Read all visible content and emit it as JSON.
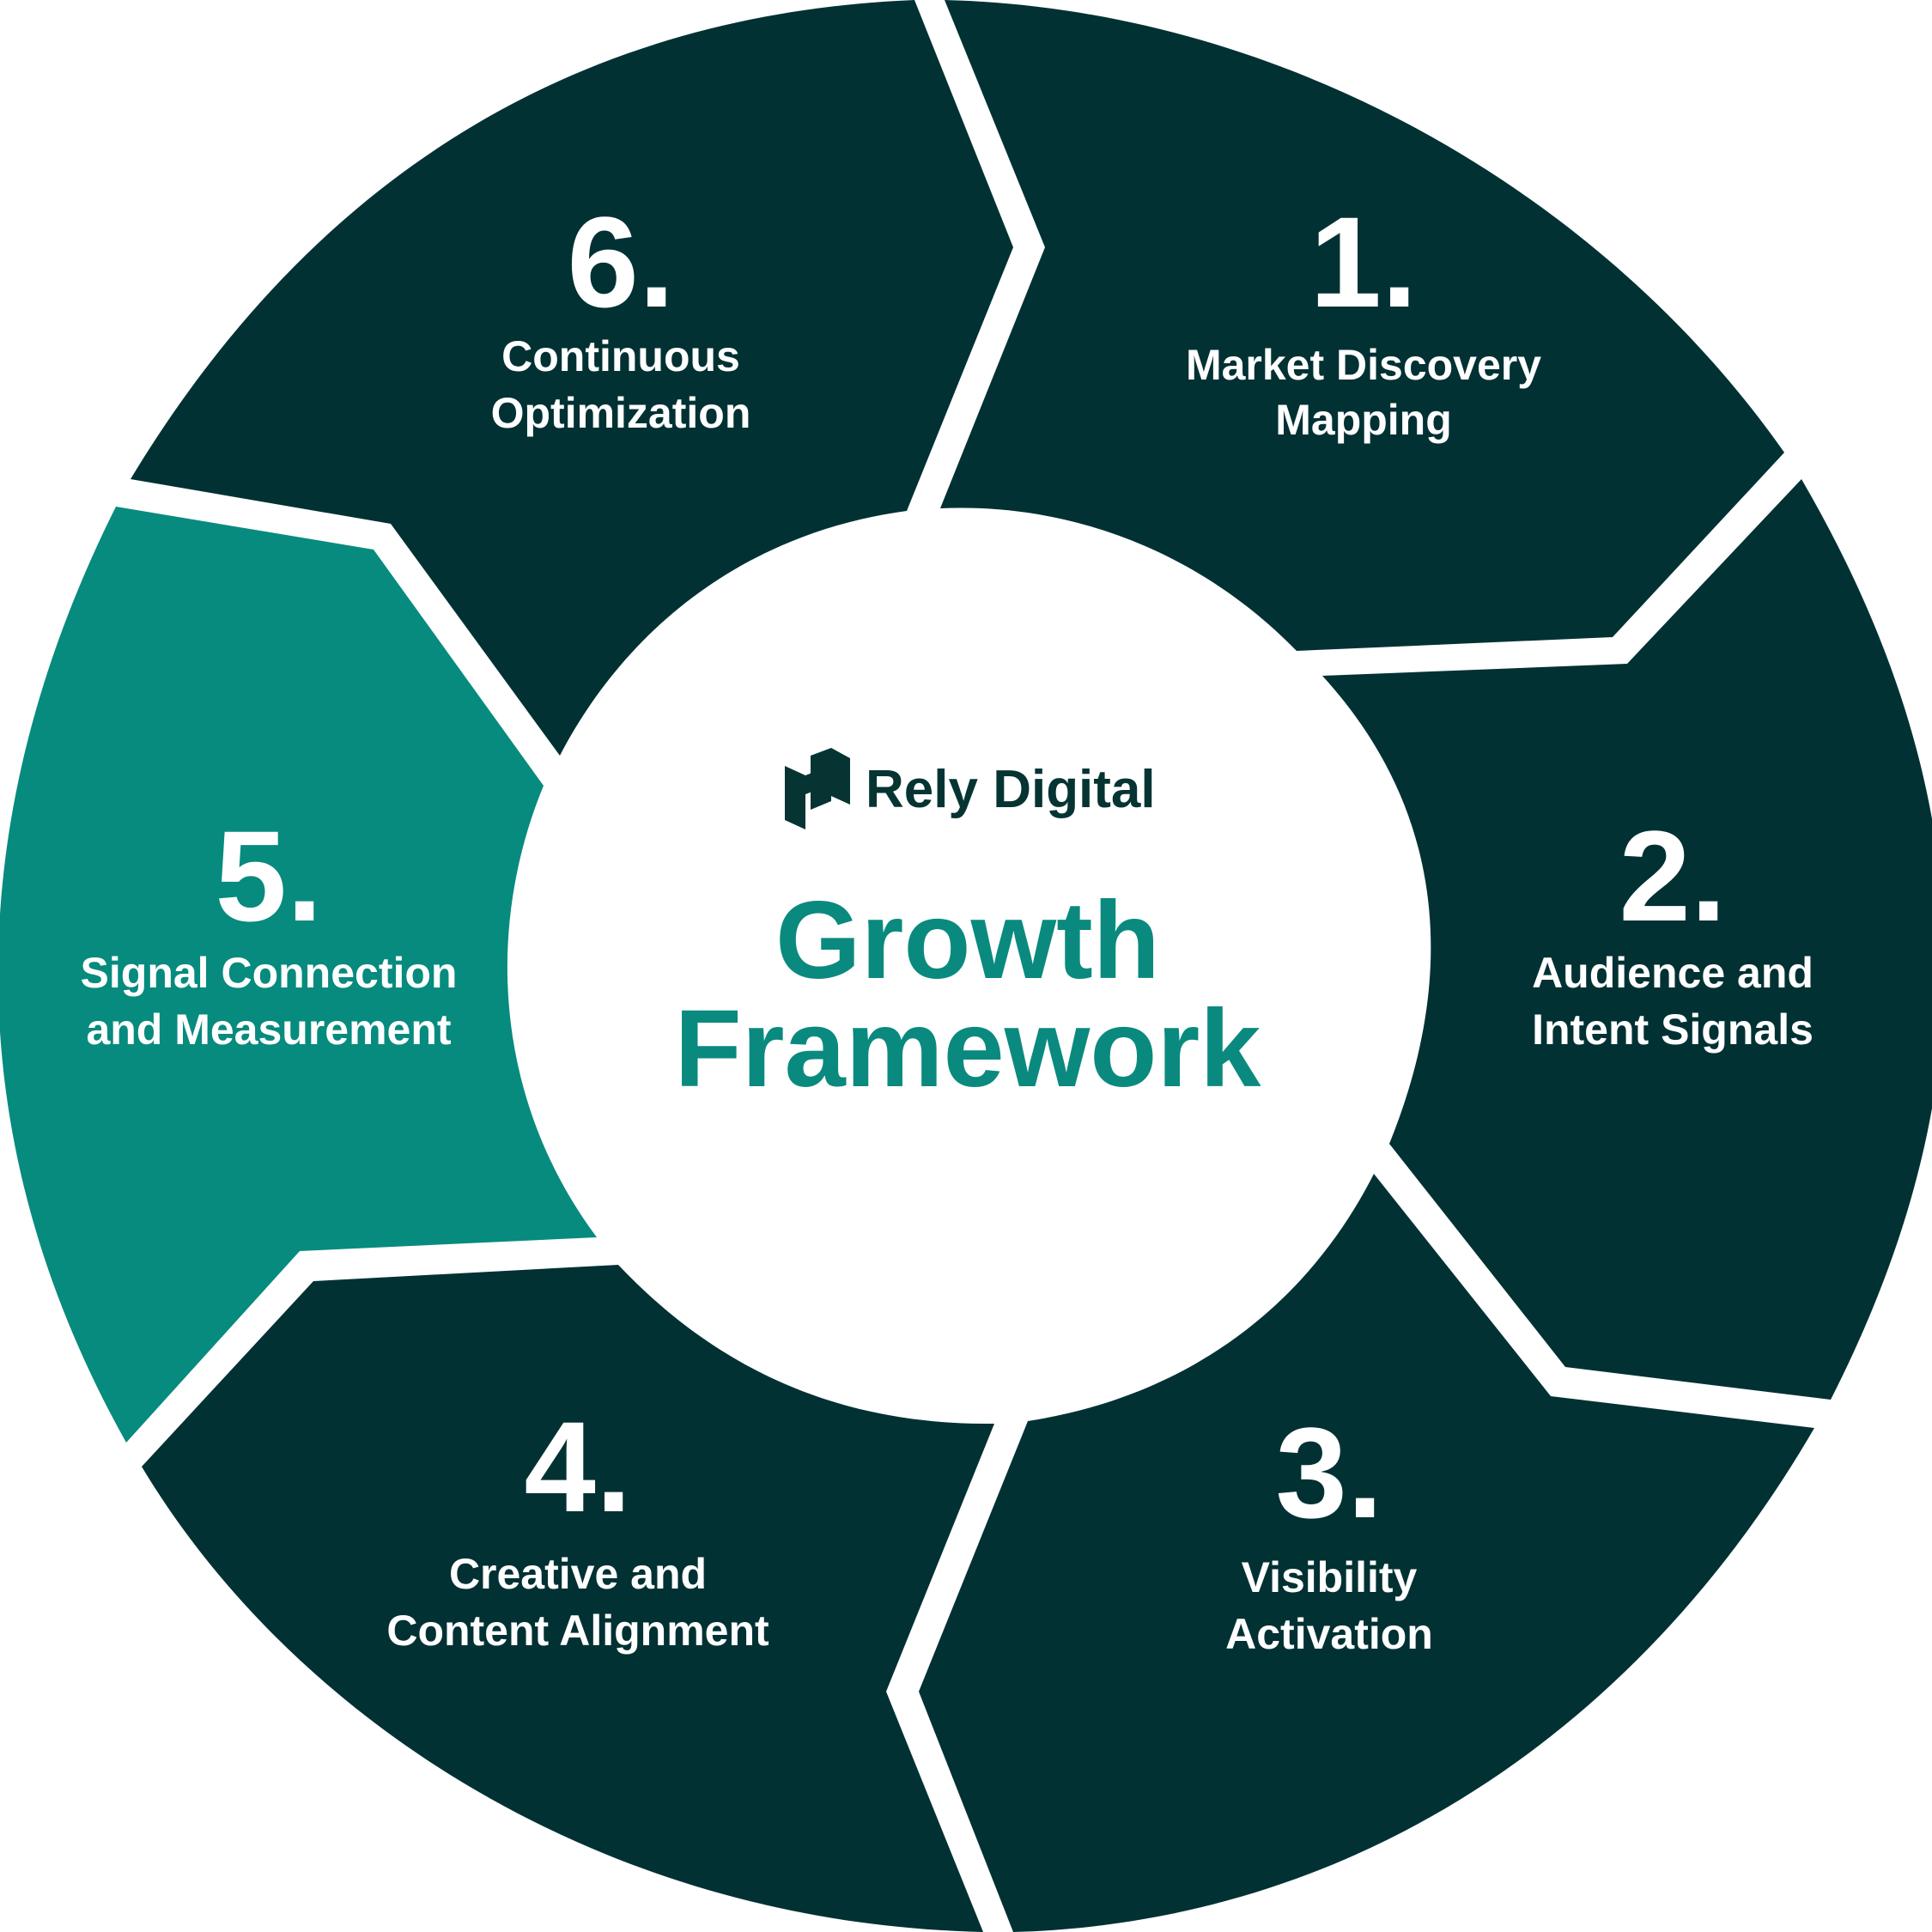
{
  "colors": {
    "dark_teal": "#023134",
    "accent_teal": "#078b7e",
    "title_teal": "#0a8a7f",
    "brand_text": "#063433",
    "white": "#ffffff"
  },
  "brand": {
    "name": "Rely Digital",
    "logo_icon": "rely-digital-logo-icon"
  },
  "center": {
    "title_line1": "Growth",
    "title_line2": "Framework"
  },
  "highlighted_step": 5,
  "steps": [
    {
      "number": "1.",
      "line1": "Market Discovery",
      "line2": "Mapping",
      "highlighted": false
    },
    {
      "number": "2.",
      "line1": "Audience and",
      "line2": "Intent Signals",
      "highlighted": false
    },
    {
      "number": "3.",
      "line1": "Visibility",
      "line2": "Activation",
      "highlighted": false
    },
    {
      "number": "4.",
      "line1": "Creative and",
      "line2": "Content Alignment",
      "highlighted": false
    },
    {
      "number": "5.",
      "line1": "Signal Connection",
      "line2": "and Measurement",
      "highlighted": true
    },
    {
      "number": "6.",
      "line1": "Continuous",
      "line2": "Optimization",
      "highlighted": false
    }
  ]
}
